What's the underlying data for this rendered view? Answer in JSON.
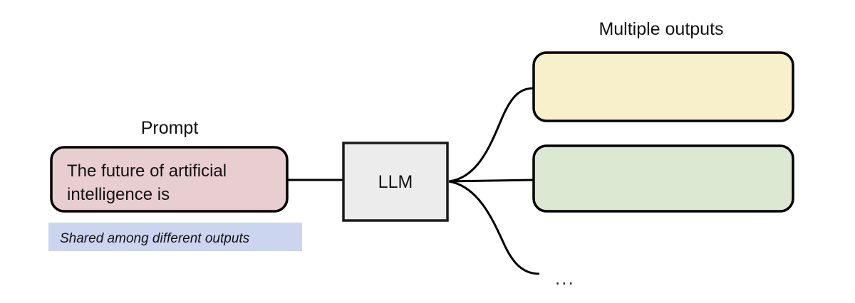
{
  "diagram": {
    "title_prompt": "Prompt",
    "title_outputs": "Multiple outputs",
    "prompt_box": {
      "line1": "The future of artificial",
      "line2": "intelligence is",
      "fill": "#E9CED1",
      "stroke": "#000000"
    },
    "model_box": {
      "label": "LLM",
      "fill": "#ECECEC",
      "stroke": "#1A1A1A"
    },
    "shared_note": {
      "text": "Shared among different outputs",
      "background": "#CBD5EF"
    },
    "outputs": [
      {
        "name": "output-box-1",
        "text": "",
        "fill": "#F8EFCB",
        "stroke": "#000000"
      },
      {
        "name": "output-box-2",
        "text": "",
        "fill": "#DDE8D2",
        "stroke": "#000000"
      }
    ],
    "more_outputs_ellipsis": "...",
    "edge_color": "#000000"
  }
}
